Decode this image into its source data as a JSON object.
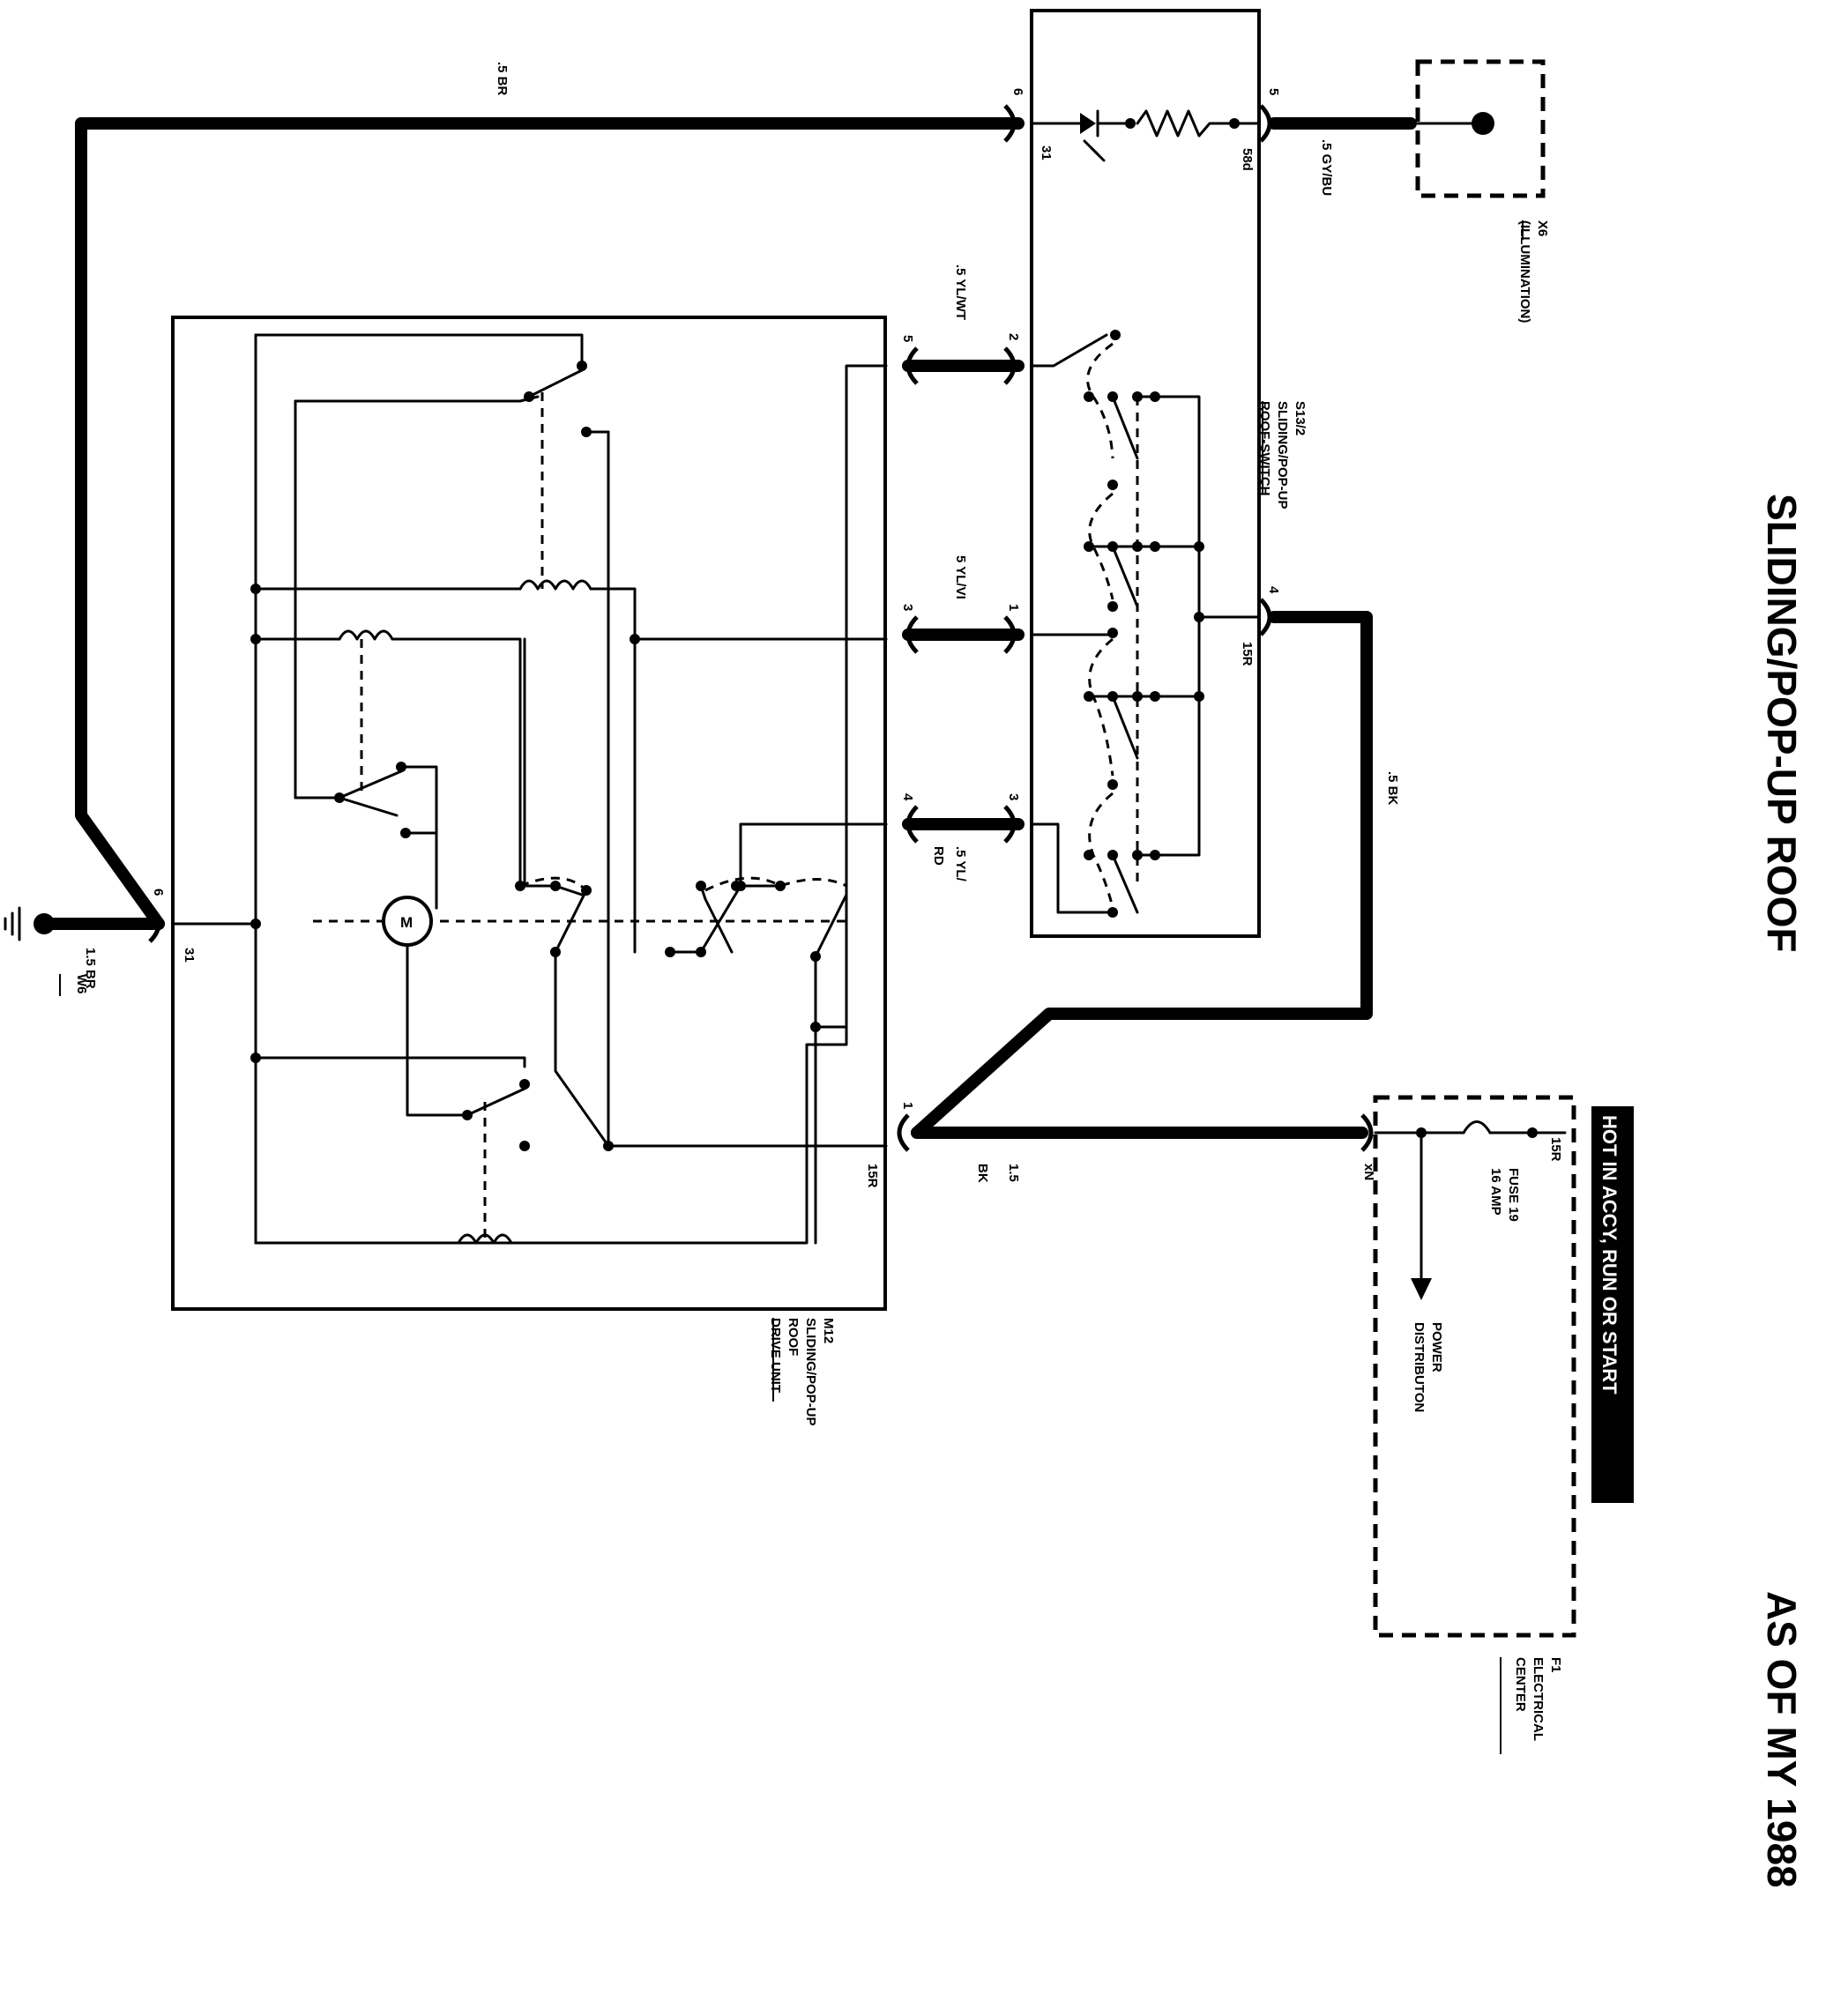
{
  "title": "SLIDING/POP-UP ROOF",
  "subtitle": "AS OF MY 1988",
  "banner": "HOT IN ACCY, RUN OR START",
  "components": {
    "x6": {
      "id": "X6",
      "name": "(ILLUMINATION)"
    },
    "s13": {
      "id": "S13/2",
      "line1": "SLIDING/POP-UP",
      "line2": "ROOF-SWITCH"
    },
    "m12": {
      "id": "M12",
      "line1": "SLIDING/POP-UP",
      "line2": "ROOF",
      "line3": "DRIVE UNIT"
    },
    "f1": {
      "id": "F1",
      "line1": "ELECTRICAL",
      "line2": "CENTER"
    },
    "w6": {
      "id": "W6"
    },
    "motor": "M",
    "fuse": {
      "line1": "FUSE 19",
      "line2": "16 AMP"
    },
    "power": {
      "line1": "POWER",
      "line2": "DISTRIBUTON"
    }
  },
  "wires": {
    "br_top": ".5 BR",
    "gy_bu": ".5 GY/BU",
    "yl_wt": ".5 YL/WT",
    "yl_vi": "5 YL/VI",
    "yl_rd_1": ".5 YL/",
    "yl_rd_2": "RD",
    "bk_mid": ".5 BK",
    "bk_bottom_1": "1.5",
    "bk_bottom_2": "BK",
    "br_ground": "1.5 BR"
  },
  "pins": {
    "s13_6": "6",
    "s13_31": "31",
    "s13_5": "5",
    "s13_58d": "58d",
    "s13_2": "2",
    "s13_1": "1",
    "s13_3": "3",
    "s13_4": "4",
    "s13_15r": "15R",
    "m12_5": "5",
    "m12_3": "3",
    "m12_4": "4",
    "m12_6": "6",
    "m12_31": "31",
    "m12_1": "1",
    "m12_15r": "15R",
    "f1_15r": "15R",
    "f1_xn": "xN"
  }
}
